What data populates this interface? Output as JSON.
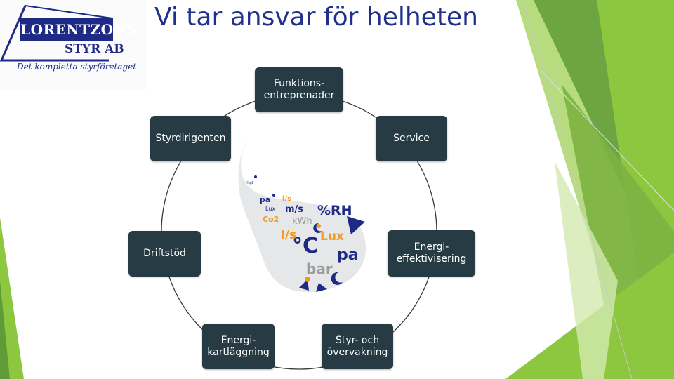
{
  "slide": {
    "title": "Vi tar ansvar för helheten"
  },
  "logo": {
    "name": "LORENTZONS",
    "sub": "STYR AB",
    "tagline": "Det kompletta styrföretaget"
  },
  "cycle": {
    "nodes": [
      {
        "id": "funktionsentreprenader",
        "label": "Funktions-\nentreprenader"
      },
      {
        "id": "service",
        "label": "Service"
      },
      {
        "id": "energieffektivisering",
        "label": "Energi-\neffektivisering"
      },
      {
        "id": "styr-och-overvakning",
        "label": "Styr- och\növervakning"
      },
      {
        "id": "energikartlaggning",
        "label": "Energi-\nkartläggning"
      },
      {
        "id": "driftstod",
        "label": "Driftstöd"
      },
      {
        "id": "styrdirigenten",
        "label": "Styrdirigenten"
      }
    ]
  },
  "center_art": {
    "terms": [
      "%RH",
      "°C",
      "pa",
      "Lux",
      "l/s",
      "m/s",
      "bar",
      "kWh",
      "Co2",
      "pa",
      "Lux",
      "m/s",
      "l/s"
    ]
  },
  "colors": {
    "title": "#1f2f8c",
    "node_bg": "#263b44",
    "accent_green": "#8dc63f",
    "logo_blue": "#1e2a86"
  }
}
